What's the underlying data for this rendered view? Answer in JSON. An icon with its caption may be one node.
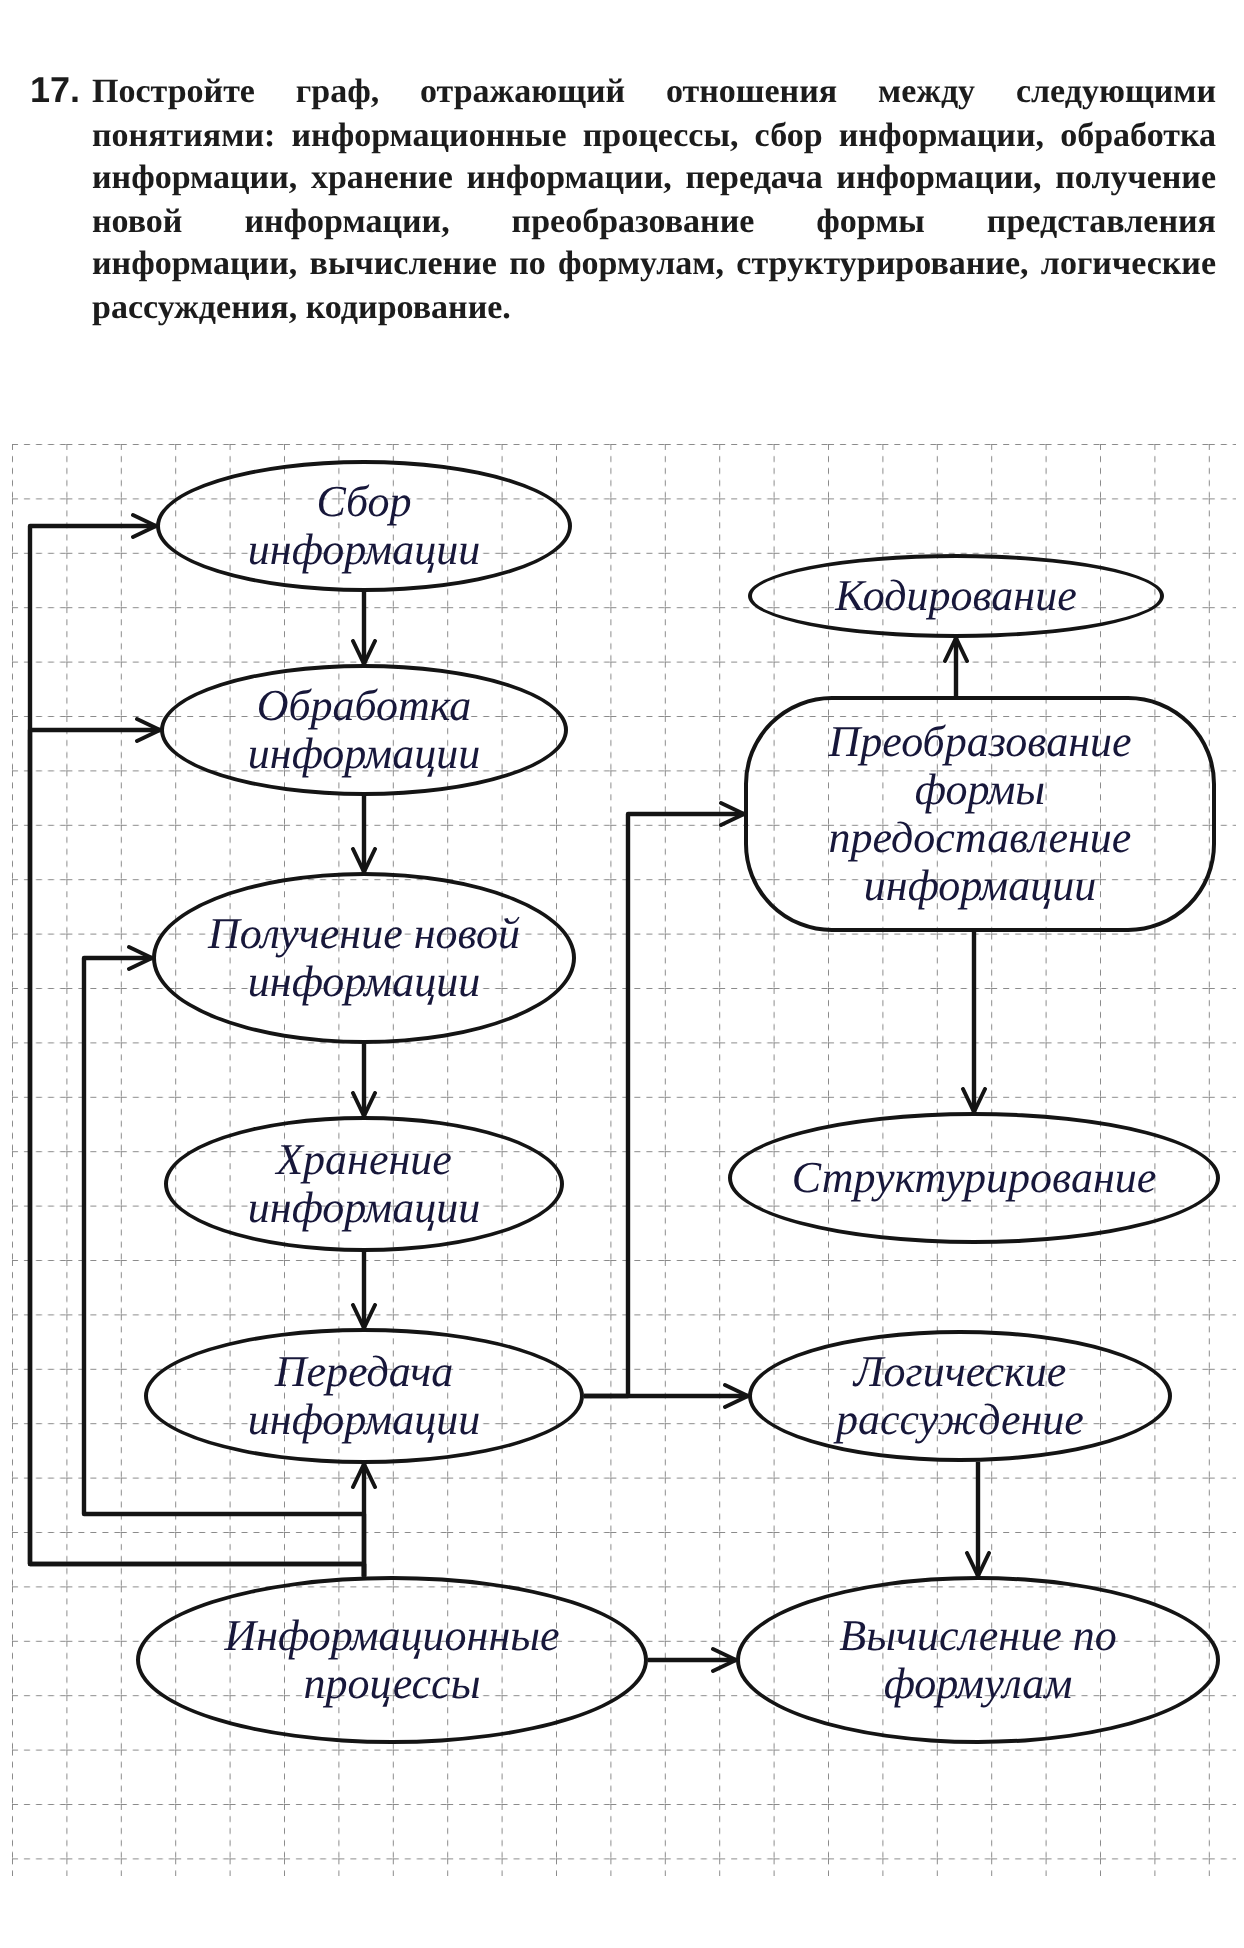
{
  "diagram": {
    "nodes": [
      {
        "text": [
          "Сбор информации"
        ]
      },
      {
        "text": [
          "Обработка информации"
        ]
      },
      {
        "text": [
          "Получение новой информации"
        ]
      },
      {
        "text": [
          "Хранение информации"
        ]
      },
      {
        "text": [
          "Передача информации"
        ]
      },
      {
        "text": [
          "Информационные процессы"
        ]
      },
      {
        "text": [
          "Кодирование"
        ]
      },
      {
        "text": [
          "Преобразование формы предоставление информации"
        ]
      },
      {
        "text": [
          "Структурирование"
        ]
      },
      {
        "text": [
          "Логические рассуждение"
        ]
      },
      {
        "text": [
          "Вычисление по формулам"
        ]
      }
    ],
    "edges": [
      {
        "from": 0,
        "to": 1,
        "arrow": "to"
      },
      {
        "from": 1,
        "to": 2,
        "arrow": "to"
      },
      {
        "from": 2,
        "to": 3,
        "arrow": "to"
      },
      {
        "from": 3,
        "to": 4,
        "arrow": "to"
      },
      {
        "from": 5,
        "to": 4,
        "arrow": "to"
      },
      {
        "from": 5,
        "to": 2,
        "arrow": "to"
      },
      {
        "from": 5,
        "to": 0,
        "arrow": "to"
      },
      {
        "from": 5,
        "to": 1,
        "arrow": "to"
      },
      {
        "from": 4,
        "to": 7,
        "arrow": "to"
      },
      {
        "from": 4,
        "to": 9,
        "arrow": "to"
      },
      {
        "from": 7,
        "to": 6,
        "arrow": "to"
      },
      {
        "from": 7,
        "to": 8,
        "arrow": "to"
      },
      {
        "from": 9,
        "to": 10,
        "arrow": "to"
      },
      {
        "from": 5,
        "to": 10,
        "arrow": "to"
      }
    ],
    "labels": [
      "17.",
      "Постройте граф, отражающий отношения между следующими понятиями: информационные процессы, сбор информации, обработка информации, хранение информации, передача информации, получение новой информации, преобразование формы представления информации, вычисление по формулам, структурирование, логические рассуждения, кодирование."
    ]
  }
}
